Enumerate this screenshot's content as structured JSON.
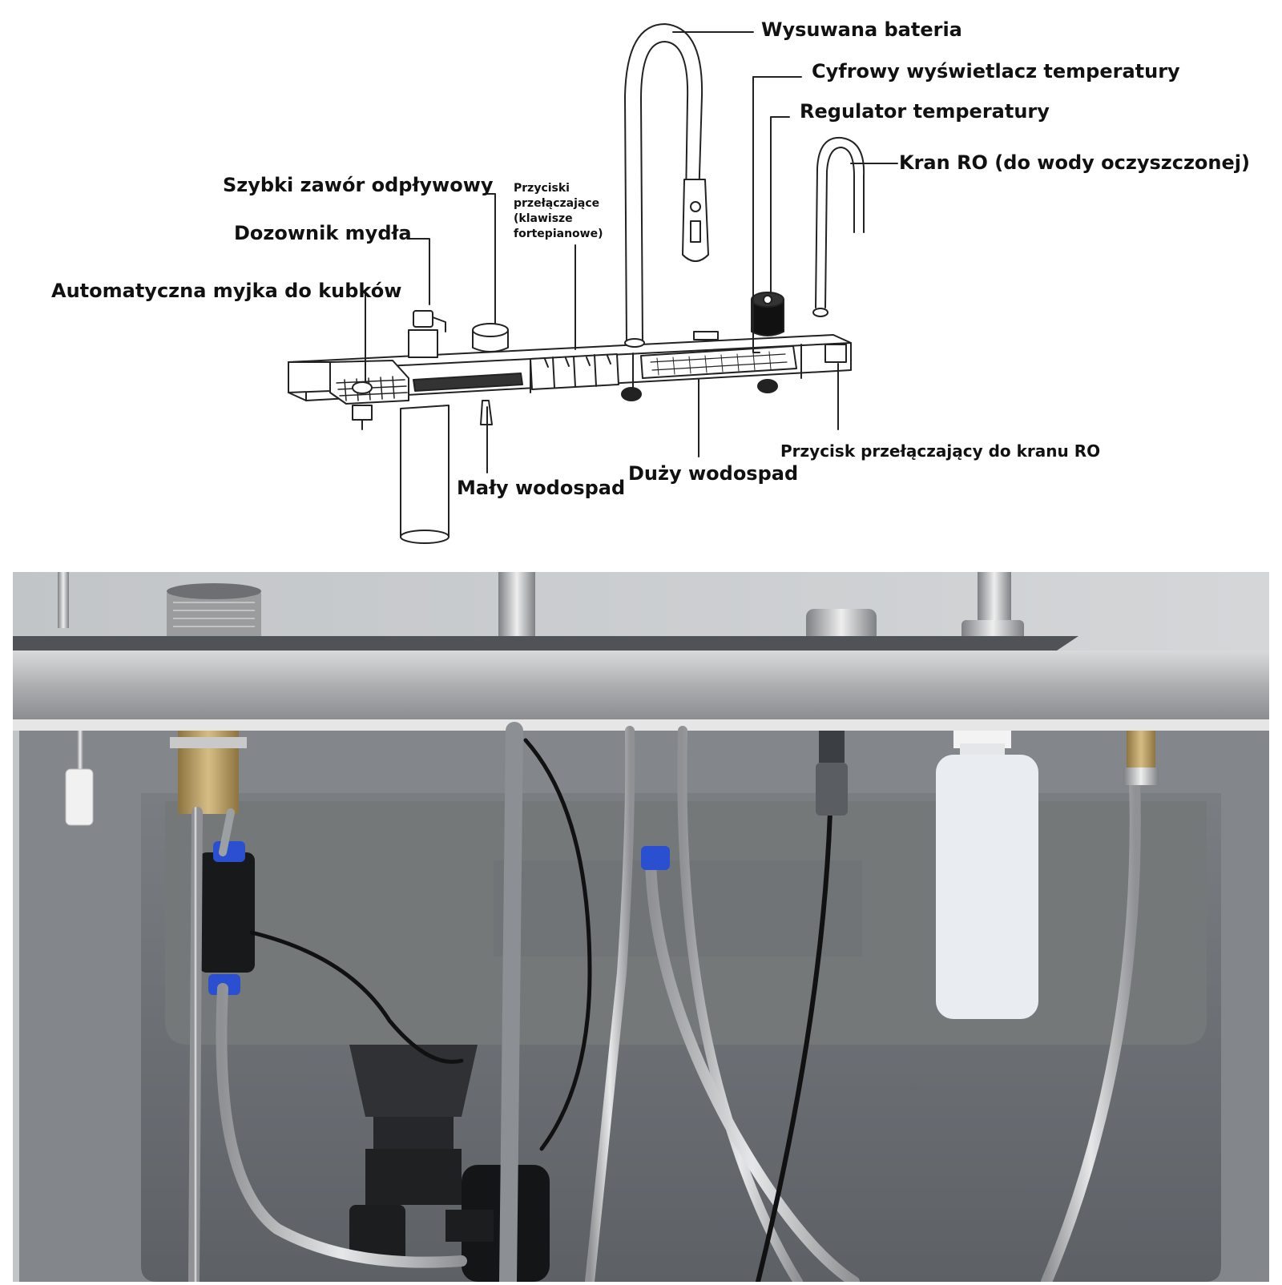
{
  "diagram": {
    "labels": {
      "pullout_faucet": "Wysuwana bateria",
      "digital_display": "Cyfrowy wyświetlacz temperatury",
      "temp_regulator": "Regulator temperatury",
      "ro_tap": "Kran RO (do wody oczyszczonej)",
      "drain_valve": "Szybki zawór odpływowy",
      "soap_dispenser": "Dozownik mydła",
      "cup_washer": "Automatyczna myjka do kubków",
      "piano_keys_line1": "Przyciski",
      "piano_keys_line2": "przełączające",
      "piano_keys_line3": "(klawisze",
      "piano_keys_line4": "fortepianowe)",
      "small_waterfall": "Mały wodospad",
      "large_waterfall": "Duży wodospad",
      "ro_switch": "Przycisk przełączający do kranu RO"
    }
  },
  "colors": {
    "line": "#1a1a1a",
    "steel": "#b7b9bb",
    "sink_gray": "#6f7378",
    "wall": "#c8cacd",
    "valve_blue": "#2a4fd0",
    "brass": "#b89a5c"
  }
}
